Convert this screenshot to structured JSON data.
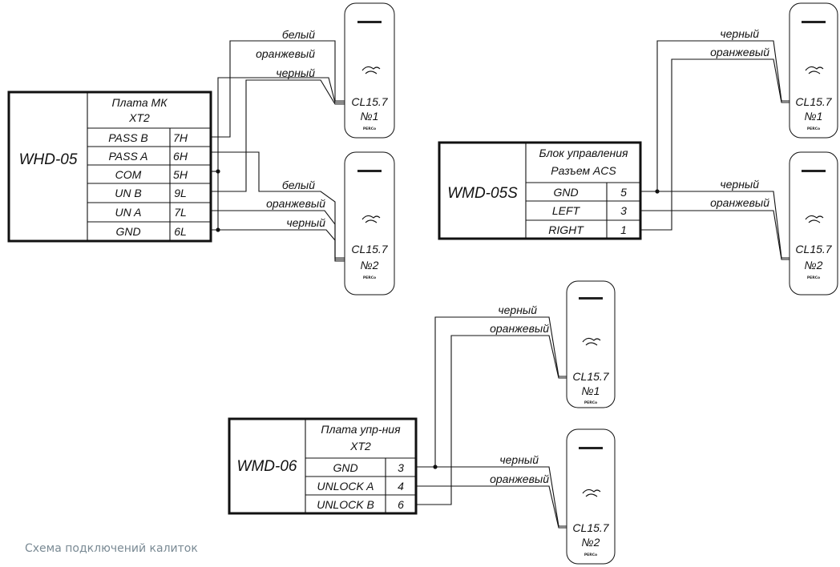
{
  "caption": "Схема подключений калиток",
  "reader": {
    "model": "CL15.7",
    "brand": "PERCo"
  },
  "diagrams": {
    "whd05": {
      "title": "WHD-05",
      "header_line1": "Плата МК",
      "header_line2": "XT2",
      "rows": [
        {
          "signal": "PASS B",
          "pin": "7H"
        },
        {
          "signal": "PASS A",
          "pin": "6H"
        },
        {
          "signal": "COM",
          "pin": "5H"
        },
        {
          "signal": "UN B",
          "pin": "9L"
        },
        {
          "signal": "UN A",
          "pin": "7L"
        },
        {
          "signal": "GND",
          "pin": "6L"
        }
      ],
      "reader1": {
        "number": "№1",
        "wires": [
          "белый",
          "оранжевый",
          "черный"
        ]
      },
      "reader2": {
        "number": "№2",
        "wires": [
          "белый",
          "оранжевый",
          "черный"
        ]
      }
    },
    "wmd05s": {
      "title": "WMD-05S",
      "header_line1": "Блок управления",
      "header_line2": "Разъем ACS",
      "rows": [
        {
          "signal": "GND",
          "pin": "5"
        },
        {
          "signal": "LEFT",
          "pin": "3"
        },
        {
          "signal": "RIGHT",
          "pin": "1"
        }
      ],
      "reader1": {
        "number": "№1",
        "wires": [
          "черный",
          "оранжевый"
        ]
      },
      "reader2": {
        "number": "№2",
        "wires": [
          "черный",
          "оранжевый"
        ]
      }
    },
    "wmd06": {
      "title": "WMD-06",
      "header_line1": "Плата упр-ния",
      "header_line2": "XT2",
      "rows": [
        {
          "signal": "GND",
          "pin": "3"
        },
        {
          "signal": "UNLOCK A",
          "pin": "4"
        },
        {
          "signal": "UNLOCK B",
          "pin": "6"
        }
      ],
      "reader1": {
        "number": "№1",
        "wires": [
          "черный",
          "оранжевый"
        ]
      },
      "reader2": {
        "number": "№2",
        "wires": [
          "черный",
          "оранжевый"
        ]
      }
    }
  }
}
